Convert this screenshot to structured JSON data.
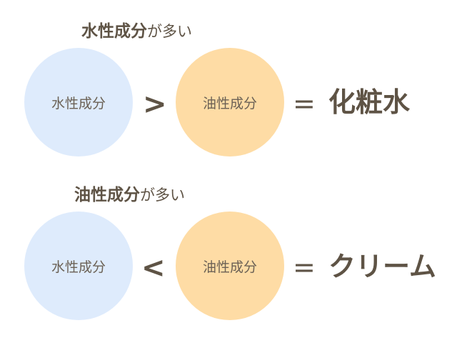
{
  "colors": {
    "text": "#5e5345",
    "water_circle": "#deebfc",
    "oil_circle": "#fedca5"
  },
  "rows": [
    {
      "heading_strong": "水性成分",
      "heading_rest": "が多い",
      "left_circle": "水性成分",
      "operator": ">",
      "right_circle": "油性成分",
      "equals": "=",
      "result": "化粧水"
    },
    {
      "heading_strong": "油性成分",
      "heading_rest": "が多い",
      "left_circle": "水性成分",
      "operator": "<",
      "right_circle": "油性成分",
      "equals": "=",
      "result": "クリーム"
    }
  ]
}
